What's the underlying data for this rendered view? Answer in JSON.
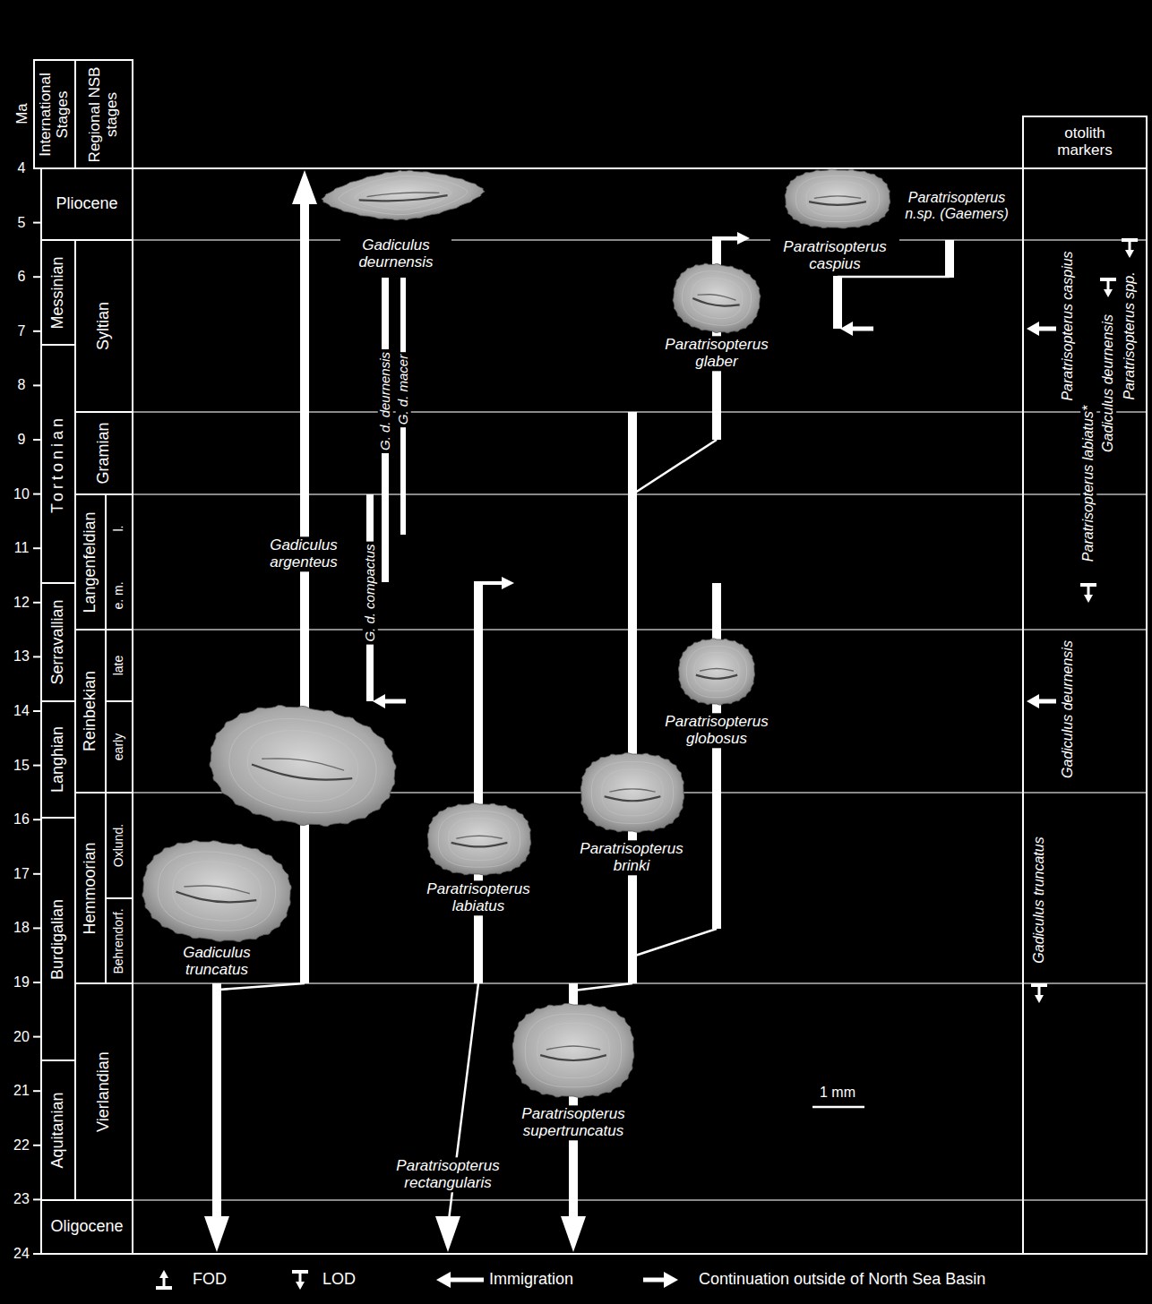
{
  "diagram": {
    "nodes": [
      {
        "text": [
          "International Stages"
        ]
      },
      {
        "text": [
          "Regional NSB stages"
        ]
      },
      {
        "text": [
          "otolith markers"
        ]
      },
      {
        "text": [
          "Pliocene"
        ]
      },
      {
        "text": [
          "Messinian"
        ]
      },
      {
        "text": [
          "Syltian"
        ]
      },
      {
        "text": [
          "Tortonian"
        ]
      },
      {
        "text": [
          "Gramian"
        ]
      },
      {
        "text": [
          "Langenfeldian"
        ]
      },
      {
        "text": [
          "l."
        ]
      },
      {
        "text": [
          "e. m."
        ]
      },
      {
        "text": [
          "Serravallian"
        ]
      },
      {
        "text": [
          "Reinbekian"
        ]
      },
      {
        "text": [
          "late"
        ]
      },
      {
        "text": [
          "Langhian"
        ]
      },
      {
        "text": [
          "early"
        ]
      },
      {
        "text": [
          "Burdigalian"
        ]
      },
      {
        "text": [
          "Hemmoorian"
        ]
      },
      {
        "text": [
          "Oxlund."
        ]
      },
      {
        "text": [
          "Behrendorf."
        ]
      },
      {
        "text": [
          "Aquitanian"
        ]
      },
      {
        "text": [
          "Vierlandian"
        ]
      },
      {
        "text": [
          "Oligocene"
        ]
      }
    ],
    "labels": [
      "Ma",
      "4",
      "5",
      "6",
      "7",
      "8",
      "9",
      "10",
      "11",
      "12",
      "13",
      "14",
      "15",
      "16",
      "17",
      "18",
      "19",
      "20",
      "21",
      "22",
      "23",
      "24",
      "Gadiculus deurnensis",
      "Paratrisopterus n.sp. (Gaemers)",
      "Paratrisopterus caspius",
      "Paratrisopterus glaber",
      "G. d. deurnensis",
      "G. d. macer",
      "Gadiculus argenteus",
      "G. d. compactus",
      "Paratrisopterus globosus",
      "Paratrisopterus brinki",
      "Paratrisopterus labiatus",
      "Gadiculus truncatus",
      "Paratrisopterus supertruncatus",
      "1 mm",
      "Paratrisopterus rectangularis",
      "Paratrisopterus caspius",
      "Paratrisopterus labiatus*",
      "Gadiculus deurnensis",
      "Paratrisopterus spp.",
      "Gadiculus deurnensis",
      "Gadiculus truncatus"
    ],
    "legend": [
      {
        "text": "FOD"
      },
      {
        "text": "LOD"
      },
      {
        "text": "Immigration"
      },
      {
        "text": "Continuation outside of North Sea Basin"
      }
    ]
  }
}
